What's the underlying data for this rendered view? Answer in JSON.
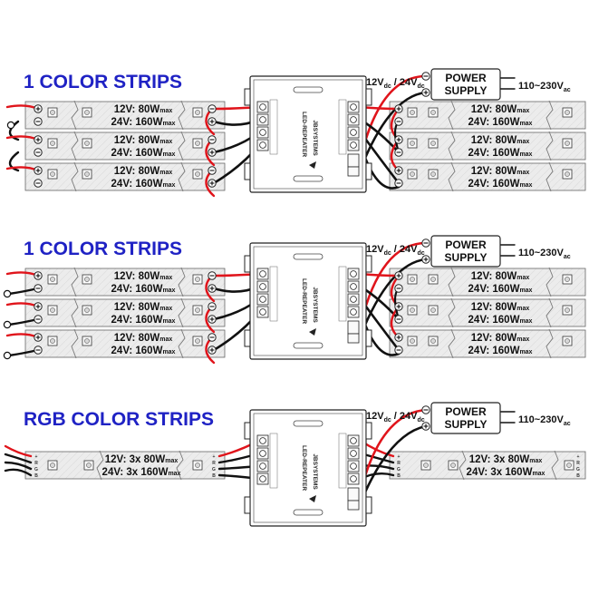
{
  "sections": [
    {
      "title": "1 COLOR STRIPS",
      "strip_labels": [
        {
          "line1_main": "12V: 80W",
          "line1_sub": "max",
          "line2_main": "24V: 160W",
          "line2_sub": "max"
        },
        {
          "line1_main": "12V: 80W",
          "line1_sub": "max",
          "line2_main": "24V: 160W",
          "line2_sub": "max"
        },
        {
          "line1_main": "12V: 80W",
          "line1_sub": "max",
          "line2_main": "24V: 160W",
          "line2_sub": "max"
        }
      ],
      "right_strip_labels": [
        {
          "line1_main": "12V: 80W",
          "line1_sub": "max",
          "line2_main": "24V: 160W",
          "line2_sub": "max"
        },
        {
          "line1_main": "12V: 80W",
          "line1_sub": "max",
          "line2_main": "24V: 160W",
          "line2_sub": "max"
        },
        {
          "line1_main": "12V: 80W",
          "line1_sub": "max",
          "line2_main": "24V: 160W",
          "line2_sub": "max"
        }
      ]
    },
    {
      "title": "1 COLOR STRIPS",
      "strip_labels": [
        {
          "line1_main": "12V: 80W",
          "line1_sub": "max",
          "line2_main": "24V: 160W",
          "line2_sub": "max"
        },
        {
          "line1_main": "12V: 80W",
          "line1_sub": "max",
          "line2_main": "24V: 160W",
          "line2_sub": "max"
        },
        {
          "line1_main": "12V: 80W",
          "line1_sub": "max",
          "line2_main": "24V: 160W",
          "line2_sub": "max"
        }
      ],
      "right_strip_labels": [
        {
          "line1_main": "12V: 80W",
          "line1_sub": "max",
          "line2_main": "24V: 160W",
          "line2_sub": "max"
        },
        {
          "line1_main": "12V: 80W",
          "line1_sub": "max",
          "line2_main": "24V: 160W",
          "line2_sub": "max"
        },
        {
          "line1_main": "12V: 80W",
          "line1_sub": "max",
          "line2_main": "24V: 160W",
          "line2_sub": "max"
        }
      ]
    },
    {
      "title": "RGB COLOR STRIPS",
      "strip_labels": [
        {
          "line1_main": "12V: 3x 80W",
          "line1_sub": "max",
          "line2_main": "24V: 3x 160W",
          "line2_sub": "max"
        }
      ],
      "right_strip_labels": [
        {
          "line1_main": "12V: 3x 80W",
          "line1_sub": "max",
          "line2_main": "24V: 3x 160W",
          "line2_sub": "max"
        }
      ]
    }
  ],
  "repeater": {
    "label": "LED-REPEATER",
    "brand": "JBSYSTEMS"
  },
  "power_supply": {
    "line1": "POWER",
    "line2": "SUPPLY",
    "mains_main": "110~230V",
    "mains_sub": "ac"
  },
  "voltage_label": {
    "v12": "12V",
    "dc1": "dc",
    "sep": " / ",
    "v24": "24V",
    "dc2": "dc"
  },
  "rgb_pins": [
    "+",
    "R",
    "G",
    "B"
  ],
  "colors": {
    "title": "#1f22c4",
    "wire_red": "#e0141b",
    "wire_black": "#111111",
    "strip_fill": "#ebebeb",
    "outline": "#222222"
  }
}
